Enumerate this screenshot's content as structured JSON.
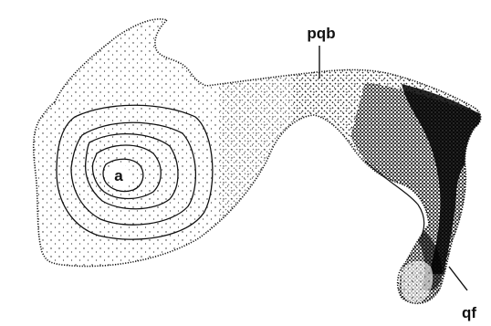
{
  "figure": {
    "labels": {
      "a": "a",
      "pqb": "pqb",
      "qf": "qf"
    }
  },
  "colors": {
    "background": "#ffffff",
    "ink": "#111111"
  }
}
